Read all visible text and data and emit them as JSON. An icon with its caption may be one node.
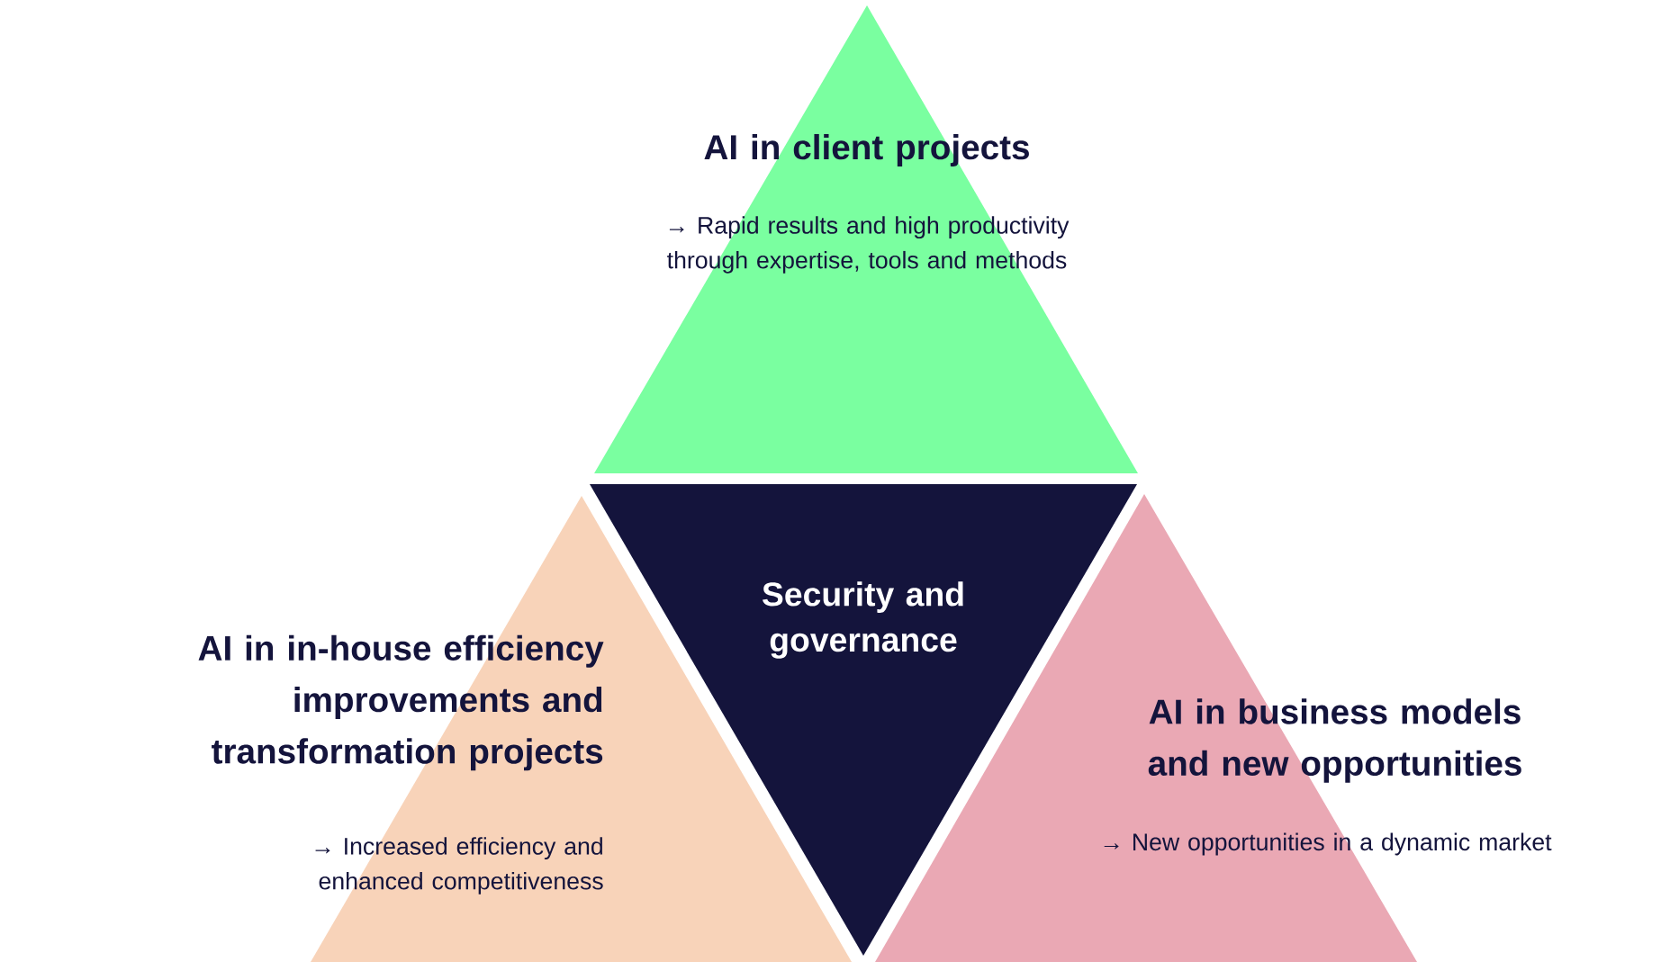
{
  "diagram": {
    "nodes": [
      {
        "text": [
          "AI in client projects",
          "→ Rapid results and high productivity through expertise, tools and methods"
        ]
      },
      {
        "text": [
          "AI in in-house efficiency improvements and transformation projects",
          "→ Increased efficiency and enhanced competitiveness"
        ]
      },
      {
        "text": [
          "Security and governance"
        ]
      },
      {
        "text": [
          "AI in business models and new opportunities",
          "→ New opportunities in a dynamic market"
        ]
      }
    ]
  }
}
